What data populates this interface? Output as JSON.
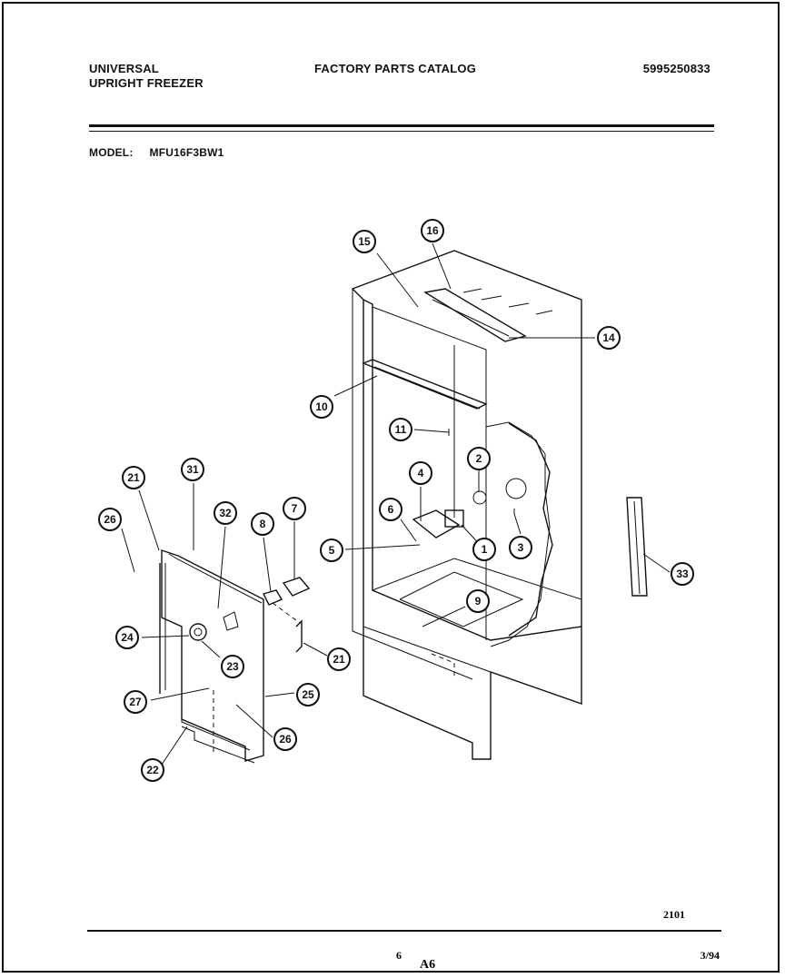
{
  "header": {
    "brand_line1": "UNIVERSAL",
    "brand_line2": "UPRIGHT FREEZER",
    "catalog_title": "FACTORY PARTS CATALOG",
    "catalog_number": "5995250833",
    "model_label": "MODEL:",
    "model_value": "MFU16F3BW1"
  },
  "callouts": [
    "1",
    "2",
    "3",
    "4",
    "5",
    "6",
    "7",
    "8",
    "9",
    "10",
    "11",
    "14",
    "15",
    "16",
    "21",
    "22",
    "23",
    "24",
    "25",
    "26",
    "27",
    "31",
    "32",
    "33"
  ],
  "footer": {
    "figure_number": "2101",
    "page_number": "6",
    "section": "A6",
    "date": "3/94"
  }
}
